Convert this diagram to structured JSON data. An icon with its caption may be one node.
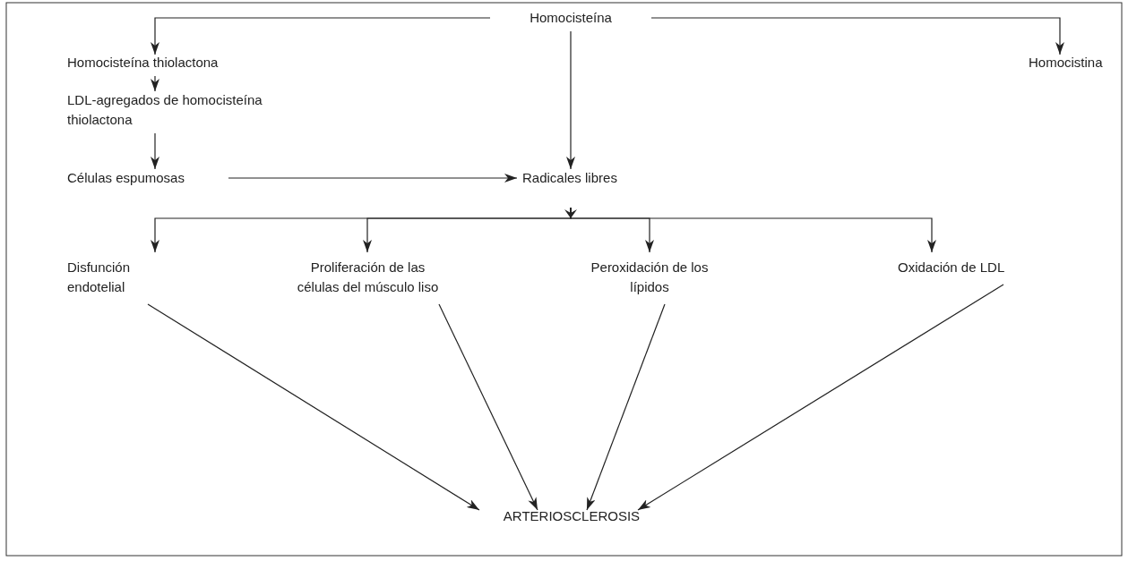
{
  "diagram": {
    "nodes": [
      {
        "text": [
          "Homocisteína"
        ]
      },
      {
        "text": [
          "Homocisteína thiolactona"
        ]
      },
      {
        "text": [
          "Homocistina"
        ]
      },
      {
        "text": [
          "LDL-agregados de homocisteína thiolactona"
        ]
      },
      {
        "text": [
          "Células espumosas"
        ]
      },
      {
        "text": [
          "Radicales libres"
        ]
      },
      {
        "text": [
          "Disfunción endotelial"
        ]
      },
      {
        "text": [
          "Proliferación de las células del músculo liso"
        ]
      },
      {
        "text": [
          "Peroxidación de los lípidos"
        ]
      },
      {
        "text": [
          "Oxidación de LDL"
        ]
      },
      {
        "text": [
          "ARTERIOSCLEROSIS"
        ]
      }
    ],
    "edges": [
      {
        "from": 0,
        "to": 1,
        "arrow": "to"
      },
      {
        "from": 0,
        "to": 2,
        "arrow": "to"
      },
      {
        "from": 0,
        "to": 5,
        "arrow": "to"
      },
      {
        "from": 1,
        "to": 3,
        "arrow": "to"
      },
      {
        "from": 3,
        "to": 4,
        "arrow": "to"
      },
      {
        "from": 4,
        "to": 5,
        "arrow": "to"
      },
      {
        "from": 5,
        "to": 6,
        "arrow": "to"
      },
      {
        "from": 5,
        "to": 7,
        "arrow": "to"
      },
      {
        "from": 5,
        "to": 8,
        "arrow": "to"
      },
      {
        "from": 5,
        "to": 9,
        "arrow": "to"
      },
      {
        "from": 6,
        "to": 10,
        "arrow": "to"
      },
      {
        "from": 7,
        "to": 10,
        "arrow": "to"
      },
      {
        "from": 8,
        "to": 10,
        "arrow": "to"
      },
      {
        "from": 9,
        "to": 10,
        "arrow": "to"
      }
    ]
  }
}
